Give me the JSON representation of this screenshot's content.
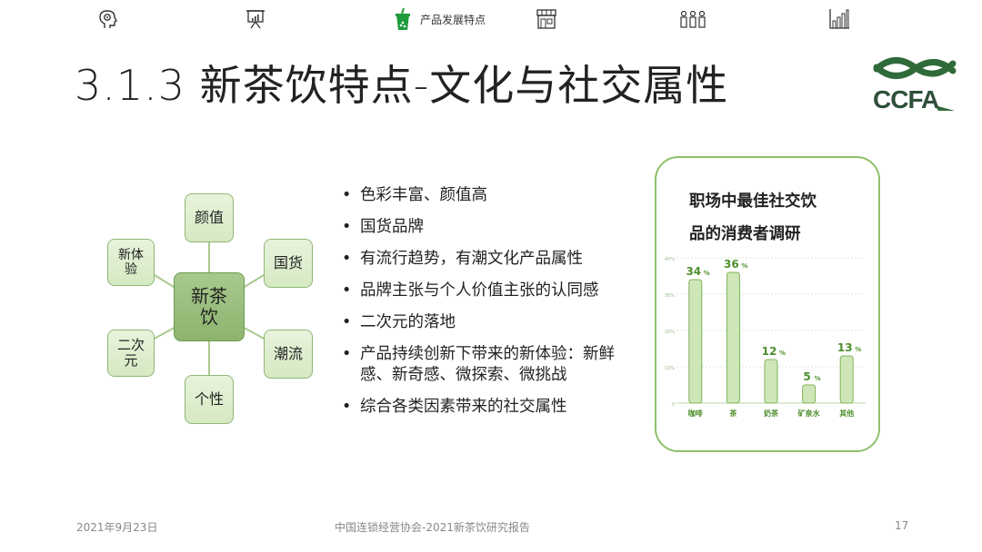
{
  "nav": {
    "items": [
      {
        "icon": "brain-gear-icon",
        "label": ""
      },
      {
        "icon": "presentation-board-icon",
        "label": ""
      },
      {
        "icon": "bubble-tea-icon",
        "label": "产品发展特点"
      },
      {
        "icon": "storefront-icon",
        "label": ""
      },
      {
        "icon": "people-group-icon",
        "label": ""
      },
      {
        "icon": "bar-chart-icon",
        "label": ""
      }
    ]
  },
  "title": "3.1.3 新茶饮特点-文化与社交属性",
  "logo": {
    "text": "CCFA"
  },
  "mindmap": {
    "center": "新茶饮",
    "nodes": [
      "颜值",
      "国货",
      "潮流",
      "个性",
      "二次元",
      "新体验"
    ]
  },
  "bullets": [
    "色彩丰富、颜值高",
    "国货品牌",
    "有流行趋势，有潮文化产品属性",
    "品牌主张与个人价值主张的认同感",
    "二次元的落地",
    "产品持续创新下带来的新体验：新鲜感、新奇感、微探索、微挑战",
    "综合各类因素带来的社交属性"
  ],
  "survey": {
    "title_line1": "职场中最佳社交饮",
    "title_line2": "品的消费者调研"
  },
  "chart_data": {
    "type": "bar",
    "categories": [
      "咖啡",
      "茶",
      "奶茶",
      "矿泉水",
      "其他"
    ],
    "values": [
      34,
      36,
      12,
      5,
      13
    ],
    "value_labels": [
      "34",
      "36",
      "12",
      "5",
      "13"
    ],
    "unit": "%",
    "ylim": [
      0,
      40
    ],
    "yticks": [
      "0",
      "10%",
      "20%",
      "30%",
      "40%"
    ],
    "grid": true,
    "colors": {
      "bar": "#cfe7b8",
      "bar_edge": "#7fb35a",
      "label": "#4f8f2e"
    }
  },
  "footer": {
    "date": "2021年9月23日",
    "center": "中国连锁经营协会-2021新茶饮研究报告",
    "page": "17"
  },
  "colors": {
    "accent": "#2e8b3a",
    "green_border": "#8dc06a"
  }
}
